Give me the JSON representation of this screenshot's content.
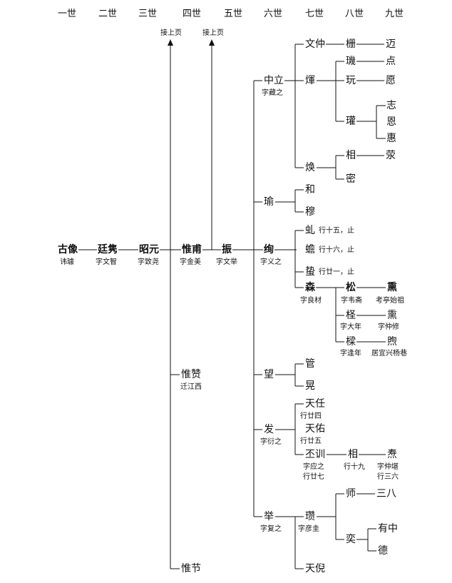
{
  "generations": [
    "一世",
    "二世",
    "三世",
    "四世",
    "五世",
    "六世",
    "七世",
    "八世",
    "九世"
  ],
  "continued_label": "接上页",
  "persons": {
    "guxiang": "古像",
    "guxiang_note": "讳璩",
    "tingjun": "廷隽",
    "tingjun_note": "字文智",
    "zhaoyuan": "昭元",
    "zhaoyuan_note": "字致尧",
    "weifu": "惟甫",
    "weifu_note": "字金美",
    "weizan": "惟赞",
    "weizan_note": "迁江西",
    "weijie": "惟节",
    "zhen": "振",
    "zhen_note": "字文举",
    "zhongli": "中立",
    "zhongli_note": "字藏之",
    "yu": "瑜",
    "xun": "绚",
    "xun_note": "字义之",
    "wang": "望",
    "fa": "发",
    "fa_note": "字衍之",
    "ju": "举",
    "ju_note": "字复之",
    "wenzhong": "文仲",
    "hui": "煇",
    "huan": "焕",
    "he": "和",
    "mu": "穆",
    "qiu": "虬",
    "qiu_note": "行十五，止",
    "chan": "蟾",
    "chan_note": "行十六，止",
    "zhe": "蛰",
    "zhe_note": "行廿一，止",
    "sen": "森",
    "sen_note": "字良材",
    "guan": "管",
    "huang": "晃",
    "tianren": "天任",
    "tianren_note": "行廿四",
    "tianyou": "天佑",
    "tianyou_note": "行廿五",
    "pixun": "丕训",
    "pixun_note1": "字应之",
    "pixun_note2": "行廿七",
    "zan": "瓒",
    "zan_note": "字彦圭",
    "tianni": "天倪",
    "peng": "栅",
    "ji": "璣",
    "wan": "玩",
    "guan2": "瓘",
    "xiang": "相",
    "mi": "密",
    "song": "松",
    "song_note": "字韦斋",
    "cheng": "柽",
    "cheng_note": "字大年",
    "liang": "樑",
    "liang_note": "字逢年",
    "xiang2": "相",
    "xiang2_note": "行十九",
    "shi": "师",
    "yi": "奕",
    "mai": "迈",
    "dian": "点",
    "yuan": "愿",
    "zhi": "志",
    "en": "恩",
    "hui2": "惠",
    "rong": "荥",
    "gao": "熏",
    "gao_note": "考亭始祖",
    "xun2": "熏",
    "xun2_note": "字仲修",
    "xu": "煦",
    "xu_note": "居宜兴杨巷",
    "tai": "焘",
    "tai_note1": "字仲堪",
    "tai_note2": "行三六",
    "sanba": "三八",
    "youzhong": "有中",
    "de": "德"
  }
}
